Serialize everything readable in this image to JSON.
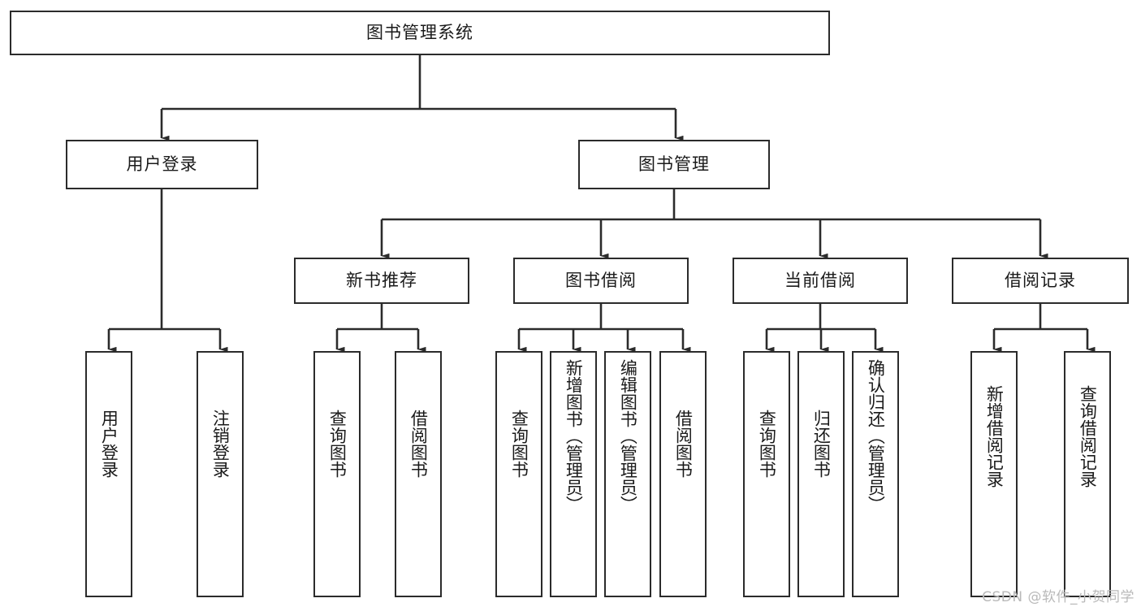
{
  "diagram": {
    "type": "tree",
    "title": "图书管理系统",
    "root": {
      "id": "root",
      "label": "图书管理系统"
    },
    "level2": [
      {
        "id": "user-login",
        "label": "用户登录"
      },
      {
        "id": "book-manage",
        "label": "图书管理"
      }
    ],
    "level3": [
      {
        "id": "new-book-recommend",
        "label": "新书推荐",
        "parent": "book-manage"
      },
      {
        "id": "book-borrow",
        "label": "图书借阅",
        "parent": "book-manage"
      },
      {
        "id": "current-borrow",
        "label": "当前借阅",
        "parent": "book-manage"
      },
      {
        "id": "borrow-record",
        "label": "借阅记录",
        "parent": "book-manage"
      }
    ],
    "leaves": [
      {
        "id": "leaf-user-login",
        "label": "用户登录",
        "parent": "user-login"
      },
      {
        "id": "leaf-logout",
        "label": "注销登录",
        "parent": "user-login"
      },
      {
        "id": "leaf-query-book-1",
        "label": "查询图书",
        "parent": "new-book-recommend"
      },
      {
        "id": "leaf-borrow-book-1",
        "label": "借阅图书",
        "parent": "new-book-recommend"
      },
      {
        "id": "leaf-query-book-2",
        "label": "查询图书",
        "parent": "book-borrow"
      },
      {
        "id": "leaf-add-book",
        "label": "新增图书（管理员）",
        "parent": "book-borrow"
      },
      {
        "id": "leaf-edit-book",
        "label": "编辑图书（管理员）",
        "parent": "book-borrow"
      },
      {
        "id": "leaf-borrow-book-2",
        "label": "借阅图书",
        "parent": "book-borrow"
      },
      {
        "id": "leaf-query-book-3",
        "label": "查询图书",
        "parent": "current-borrow"
      },
      {
        "id": "leaf-return-book",
        "label": "归还图书",
        "parent": "current-borrow"
      },
      {
        "id": "leaf-confirm-return",
        "label": "确认归还（管理员）",
        "parent": "current-borrow"
      },
      {
        "id": "leaf-add-record",
        "label": "新增借阅记录",
        "parent": "borrow-record"
      },
      {
        "id": "leaf-query-record",
        "label": "查询借阅记录",
        "parent": "borrow-record"
      }
    ]
  },
  "watermark": {
    "text": "CSDN @软件_小贺同学"
  },
  "colors": {
    "stroke": "#2b2b2b",
    "background": "#ffffff",
    "text": "#1a1a1a",
    "watermark": "#b9b9b9"
  }
}
